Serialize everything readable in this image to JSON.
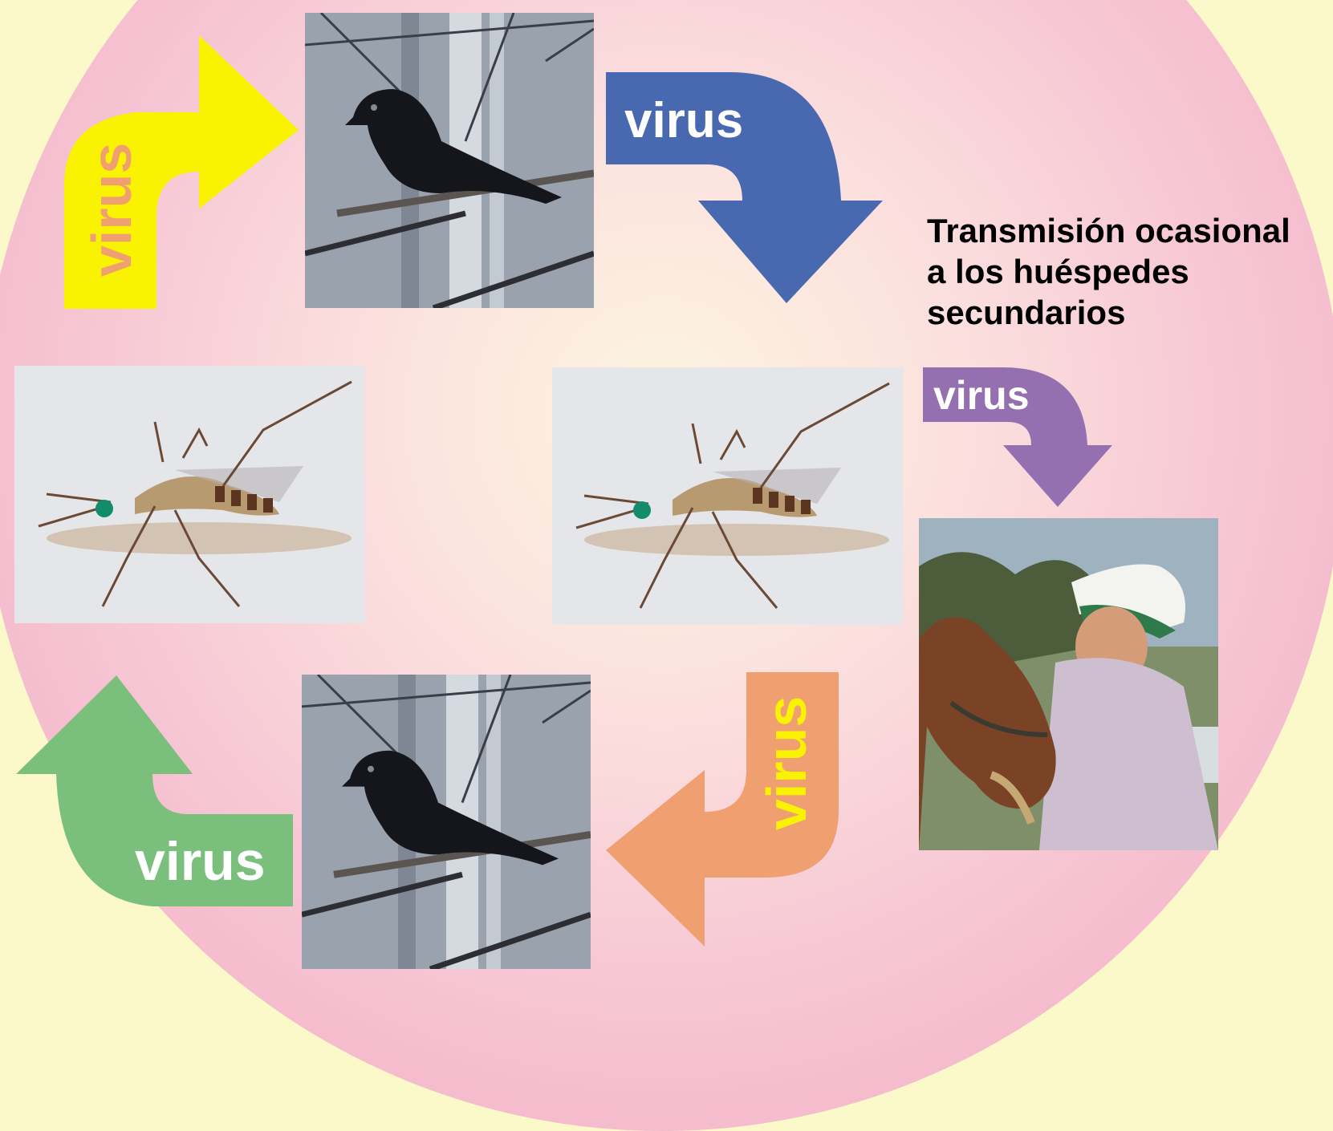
{
  "caption": {
    "lines": [
      "Transmisión ocasional",
      "a los huéspedes",
      "secundarios"
    ]
  },
  "arrows": {
    "yellow": {
      "label": "virus",
      "color": "#f9f200",
      "text_color": "#f0a070"
    },
    "blue": {
      "label": "virus",
      "color": "#4868b0",
      "text_color": "#ffffff"
    },
    "purple": {
      "label": "virus",
      "color": "#9470b0",
      "text_color": "#ffffff"
    },
    "orange": {
      "label": "virus",
      "color": "#f0a070",
      "text_color": "#f9f200"
    },
    "green": {
      "label": "virus",
      "color": "#7ac07c",
      "text_color": "#ffffff"
    }
  },
  "photos": [
    {
      "id": "bird-top",
      "icon": "crow-photo"
    },
    {
      "id": "mosquito-left",
      "icon": "mosquito-photo"
    },
    {
      "id": "mosquito-center",
      "icon": "mosquito-photo"
    },
    {
      "id": "horse-person",
      "icon": "horse-and-person-photo"
    },
    {
      "id": "bird-bottom",
      "icon": "crow-photo"
    }
  ],
  "colors": {
    "background": "#fbf9c9",
    "circle_center": "#fdf5e0",
    "circle_edge": "#f2a9c1"
  }
}
